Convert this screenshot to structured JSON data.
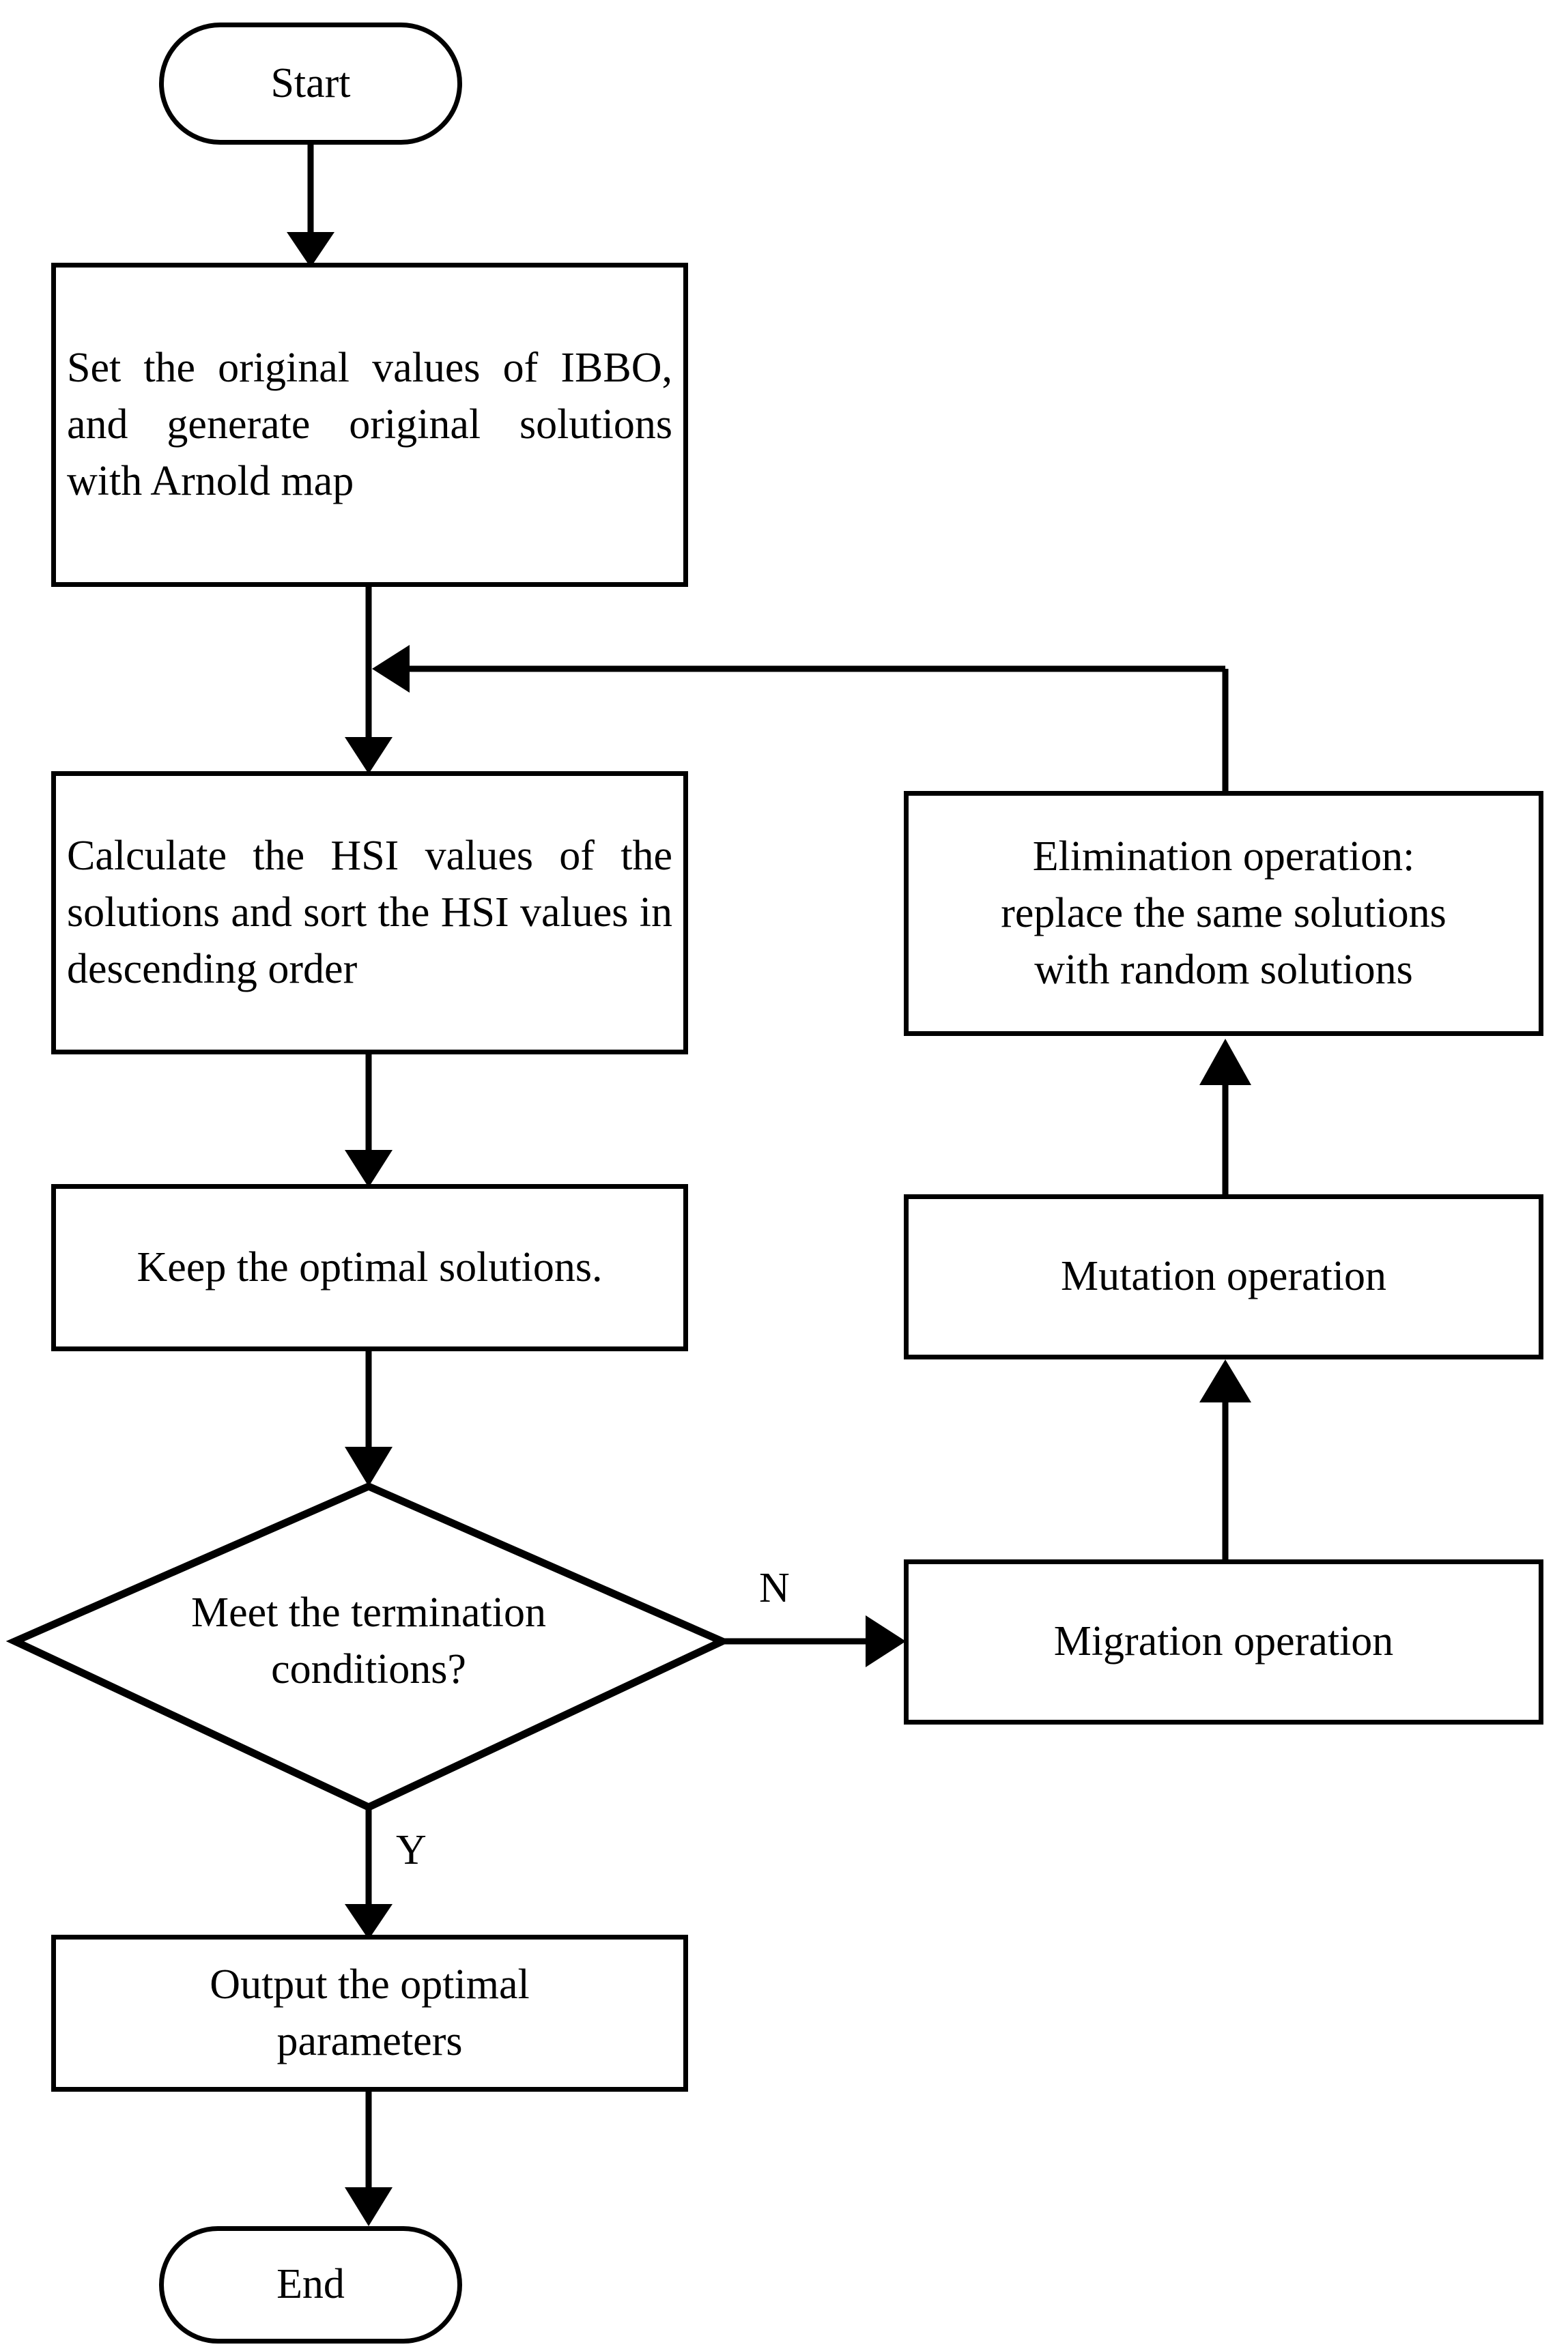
{
  "diagram": {
    "type": "flowchart",
    "title": "IBBO algorithm flowchart",
    "stroke_color": "#000000",
    "fill_color": "#ffffff",
    "nodes": {
      "start": {
        "label": "Start",
        "shape": "terminal"
      },
      "init": {
        "label": "Set the original values of IBBO, and generate original solutions with Arnold map",
        "shape": "process"
      },
      "calculate": {
        "label": "Calculate the HSI values of the solutions and sort the HSI values in descending order",
        "shape": "process"
      },
      "keep": {
        "label": "Keep the optimal solutions.",
        "shape": "process"
      },
      "decision": {
        "label_line1": "Meet the termination",
        "label_line2": "conditions?",
        "shape": "decision"
      },
      "output": {
        "label_line1": "Output the optimal",
        "label_line2": "parameters",
        "shape": "process"
      },
      "end": {
        "label": "End",
        "shape": "terminal"
      },
      "elimination": {
        "label_line1": "Elimination operation:",
        "label_line2": " replace the same solutions",
        "label_line3": "with random solutions",
        "shape": "process"
      },
      "mutation": {
        "label": "Mutation operation",
        "shape": "process"
      },
      "migration": {
        "label": "Migration operation",
        "shape": "process"
      }
    },
    "edge_labels": {
      "no": "N",
      "yes": "Y"
    }
  }
}
